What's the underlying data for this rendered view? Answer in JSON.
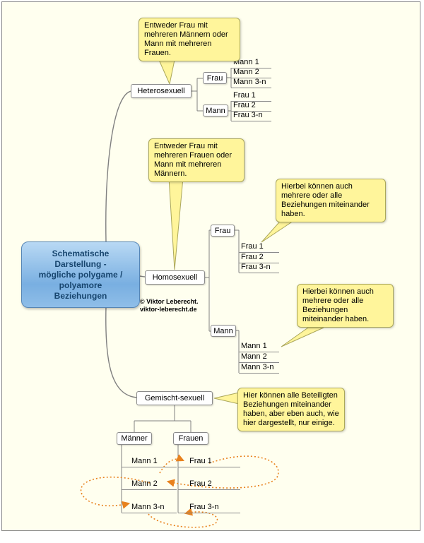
{
  "colors": {
    "background": "#FFFFEF",
    "root_fill": "#8FBEE8",
    "root_text": "#17456E",
    "callout_fill": "#FFF59B",
    "callout_border": "#ABA75B",
    "line": "#808080",
    "arrow": "#E8821E"
  },
  "root": {
    "label": "Schematische Darstellung - mögliche polygame / polyamore Beziehungen",
    "lines": [
      "Schematische",
      "Darstellung -",
      "mögliche polygame /",
      "polyamore",
      "Beziehungen"
    ]
  },
  "watermark": {
    "line1": "© Viktor Leberecht.",
    "line2": "viktor-leberecht.de"
  },
  "hetero": {
    "label": "Heterosexuell",
    "callout": "Entweder Frau mit mehreren Männern oder Mann mit mehreren Frauen.",
    "frau": {
      "label": "Frau",
      "children": [
        "Mann 1",
        "Mann 2",
        "Mann 3-n"
      ]
    },
    "mann": {
      "label": "Mann",
      "children": [
        "Frau 1",
        "Frau 2",
        "Frau 3-n"
      ]
    }
  },
  "homo": {
    "label": "Homosexuell",
    "callout": "Entweder Frau mit mehreren Frauen oder Mann mit mehreren Männern.",
    "frau_callout": "Hierbei können auch mehrere oder alle Beziehungen miteinander haben.",
    "mann_callout": "Hierbei können auch mehrere oder alle Beziehungen miteinander haben.",
    "frau": {
      "label": "Frau",
      "children": [
        "Frau 1",
        "Frau 2",
        "Frau 3-n"
      ]
    },
    "mann": {
      "label": "Mann",
      "children": [
        "Mann 1",
        "Mann 2",
        "Mann 3-n"
      ]
    }
  },
  "gemischt": {
    "label": "Gemischt-sexuell",
    "callout": "Hier können alle Beteiligten Beziehungen miteinander haben, aber eben auch, wie hier dargestellt, nur einige.",
    "maenner": {
      "label": "Männer",
      "children": [
        "Mann 1",
        "Mann 2",
        "Mann 3-n"
      ]
    },
    "frauen": {
      "label": "Frauen",
      "children": [
        "Frau 1",
        "Frau 2",
        "Frau 3-n"
      ]
    }
  }
}
